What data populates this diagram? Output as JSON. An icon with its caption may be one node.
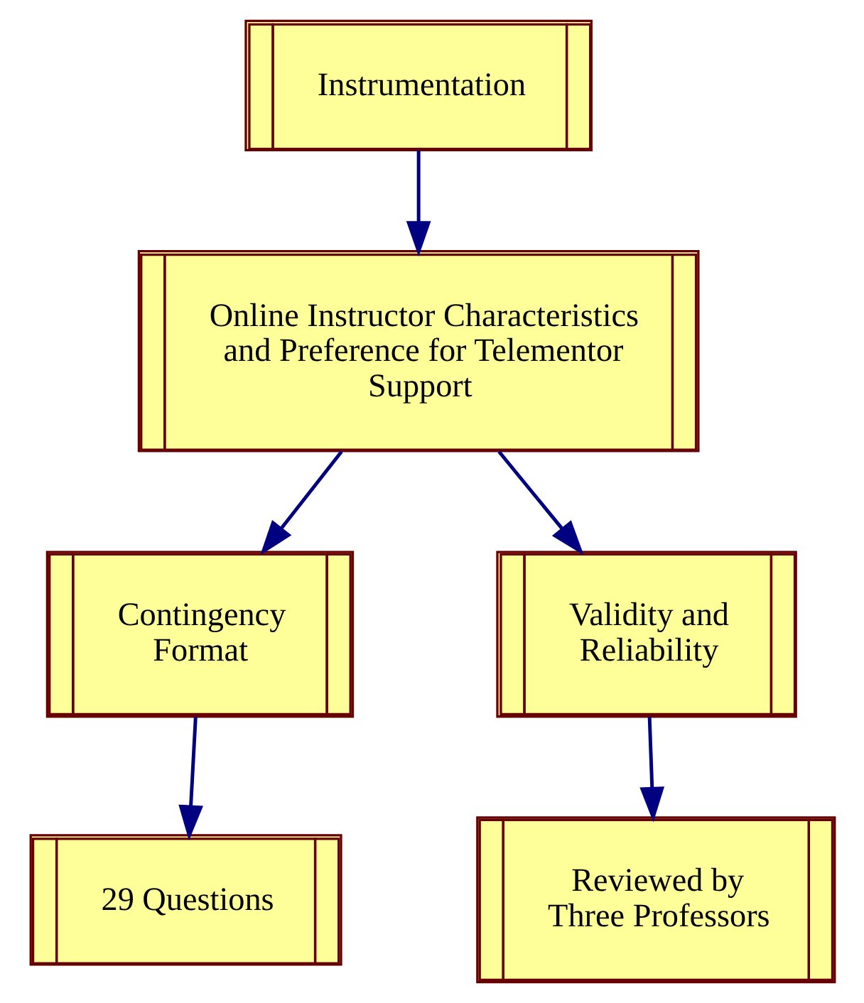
{
  "diagram": {
    "nodes": [
      {
        "text": [
          "Instrumentation"
        ]
      },
      {
        "text": [
          "Online Instructor Characteristics and Preference for Telementor Support"
        ]
      },
      {
        "text": [
          "Contingency Format"
        ]
      },
      {
        "text": [
          "Validity and Reliability"
        ]
      },
      {
        "text": [
          "29 Questions"
        ]
      },
      {
        "text": [
          "Reviewed by Three Professors"
        ]
      }
    ],
    "edges": [
      {
        "from": 0,
        "to": 1,
        "arrow": "to"
      },
      {
        "from": 1,
        "to": 2,
        "arrow": "to"
      },
      {
        "from": 1,
        "to": 3,
        "arrow": "to"
      },
      {
        "from": 2,
        "to": 4,
        "arrow": "to"
      },
      {
        "from": 3,
        "to": 5,
        "arrow": "to"
      }
    ]
  }
}
